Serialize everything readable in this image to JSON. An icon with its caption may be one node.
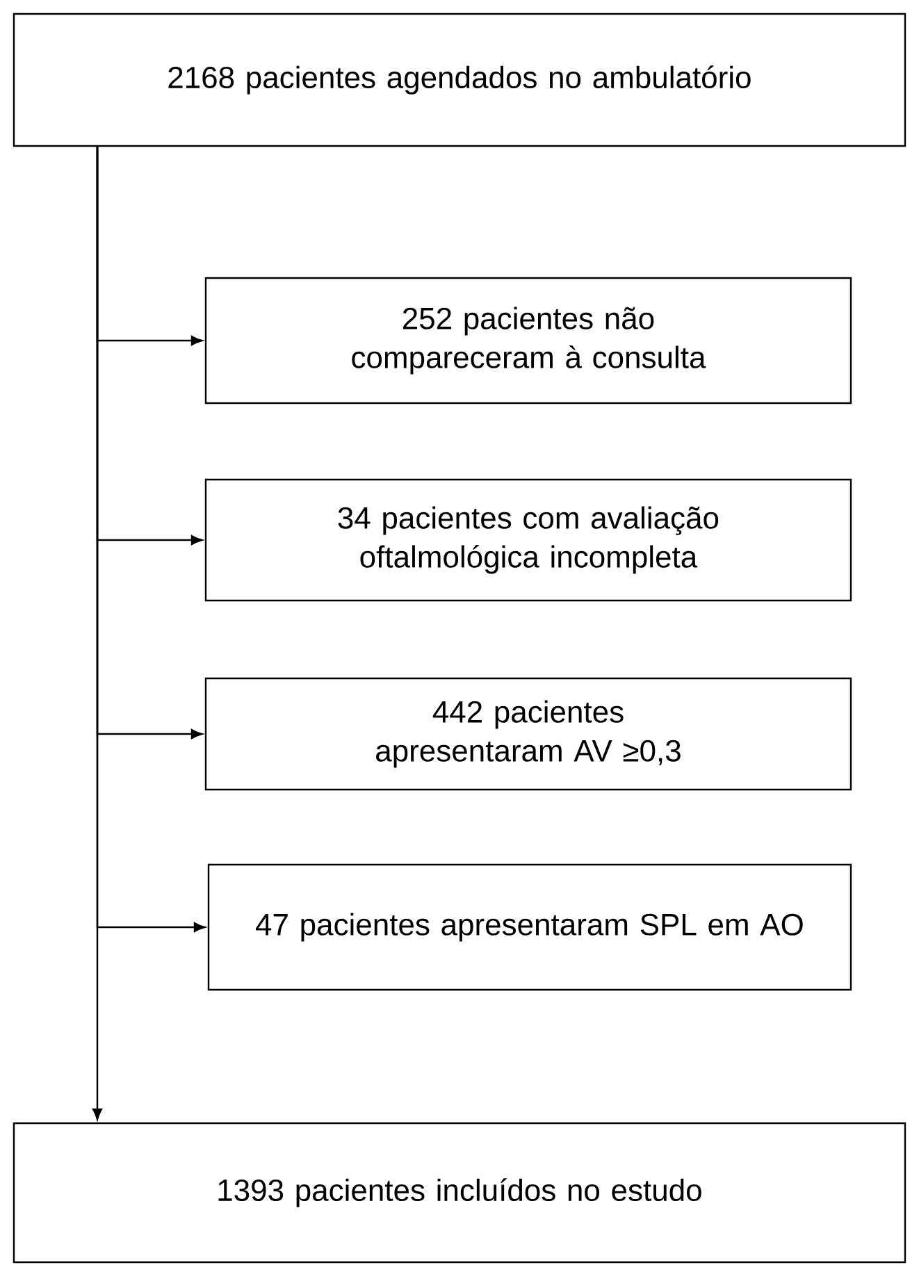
{
  "diagram": {
    "nodes": [
      {
        "text": [
          "2168 pacientes agendados no ambulatório"
        ]
      },
      {
        "text": [
          "252 pacientes não compareceram à consulta"
        ]
      },
      {
        "text": [
          "34 pacientes com avaliação oftalmológica incompleta"
        ]
      },
      {
        "text": [
          "442 pacientes apresentaram AV ≥0,3"
        ]
      },
      {
        "text": [
          "47 pacientes apresentaram SPL em AO"
        ]
      },
      {
        "text": [
          "1393 pacientes incluídos no estudo"
        ]
      }
    ],
    "edges": [
      {
        "from": 0,
        "to": 1,
        "arrow": "to"
      },
      {
        "from": 0,
        "to": 2,
        "arrow": "to"
      },
      {
        "from": 0,
        "to": 3,
        "arrow": "to"
      },
      {
        "from": 0,
        "to": 4,
        "arrow": "to"
      },
      {
        "from": 0,
        "to": 5,
        "arrow": "to"
      }
    ]
  }
}
